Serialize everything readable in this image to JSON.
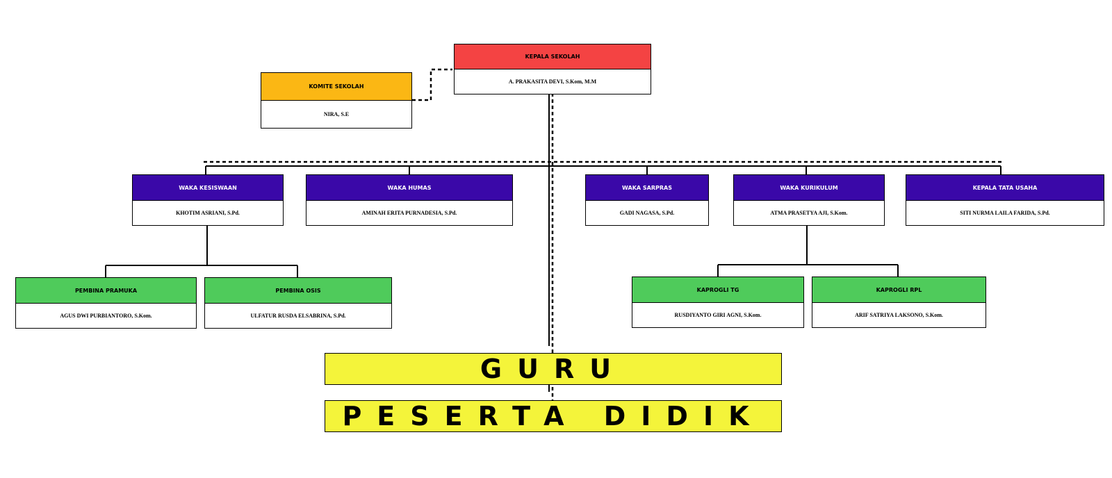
{
  "chart_data": {
    "type": "org-chart",
    "root": {
      "role": "KEPALA SEKOLAH",
      "name": "A. PRAKASITA DEVI, S.Kom, M.M"
    },
    "advisory": {
      "role": "KOMITE SEKOLAH",
      "name": "NIRA, S.E",
      "link": "dashed"
    },
    "deputies": [
      {
        "role": "WAKA KESISWAAN",
        "name": "KHOTIM ASRIANI, S.Pd."
      },
      {
        "role": "WAKA HUMAS",
        "name": "AMINAH ERITA PURNADESIA, S.Pd."
      },
      {
        "role": "WAKA SARPRAS",
        "name": "GADI NAGASA, S.Pd."
      },
      {
        "role": "WAKA KURIKULUM",
        "name": "ATMA PRASETYA AJI, S.Kom."
      },
      {
        "role": "KEPALA TATA USAHA",
        "name": "SITI NURMA LAILA FARIDA, S.Pd."
      }
    ],
    "under_kesiswaan": [
      {
        "role": "PEMBINA PRAMUKA",
        "name": "AGUS DWI PURBIANTORO, S.Kom."
      },
      {
        "role": "PEMBINA OSIS",
        "name": "ULFATUR RUSDA ELSABRINA, S.Pd."
      }
    ],
    "under_kurikulum": [
      {
        "role": "KAPROGLI TG",
        "name": "RUSDIYANTO GIRI AGNI, S.Kom."
      },
      {
        "role": "KAPROGLI RPL",
        "name": "ARIF SATRIYA LAKSONO, S.Kom."
      }
    ],
    "bottom": [
      "GURU",
      "PESERTA DIDIK"
    ]
  },
  "colors": {
    "kepala": "#f44343",
    "komite": "#fbb714",
    "waka": "#3a08a8",
    "pembina": "#4fcb5b",
    "bars": "#f4f43a"
  }
}
